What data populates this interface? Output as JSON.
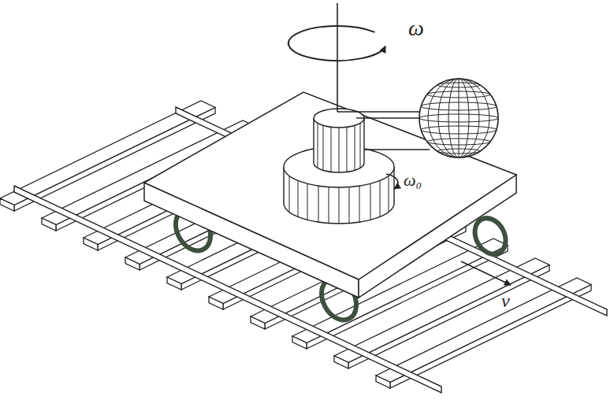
{
  "diagram": {
    "labels": [
      "ω",
      "ω₀",
      "v"
    ]
  }
}
